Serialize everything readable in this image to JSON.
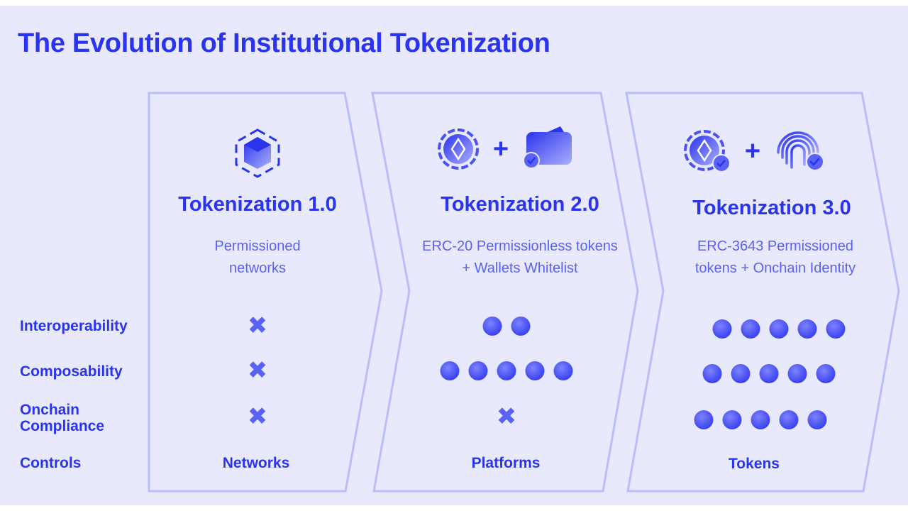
{
  "title": "The Evolution of Institutional Tokenization",
  "row_labels": [
    "Interoperability",
    "Composability",
    "Onchain\nCompliance",
    "Controls"
  ],
  "panels": [
    {
      "title": "Tokenization 1.0",
      "desc1": "Permissioned",
      "desc2": "networks",
      "interoperability": 0,
      "composability": 0,
      "compliance": 0,
      "controls": "Networks"
    },
    {
      "title": "Tokenization 2.0",
      "desc1": "ERC-20 Permissionless tokens",
      "desc2": "+ Wallets Whitelist",
      "interoperability": 2,
      "composability": 5,
      "compliance": 0,
      "controls": "Platforms"
    },
    {
      "title": "Tokenization 3.0",
      "desc1": "ERC-3643 Permissioned",
      "desc2": "tokens  + Onchain Identity",
      "interoperability": 5,
      "composability": 5,
      "compliance": 5,
      "controls": "Tokens"
    }
  ],
  "plus": "+",
  "cross": "✖",
  "colors": {
    "accent": "#2a33ee",
    "border": "#b9befb",
    "background": "#e8e9fc"
  }
}
